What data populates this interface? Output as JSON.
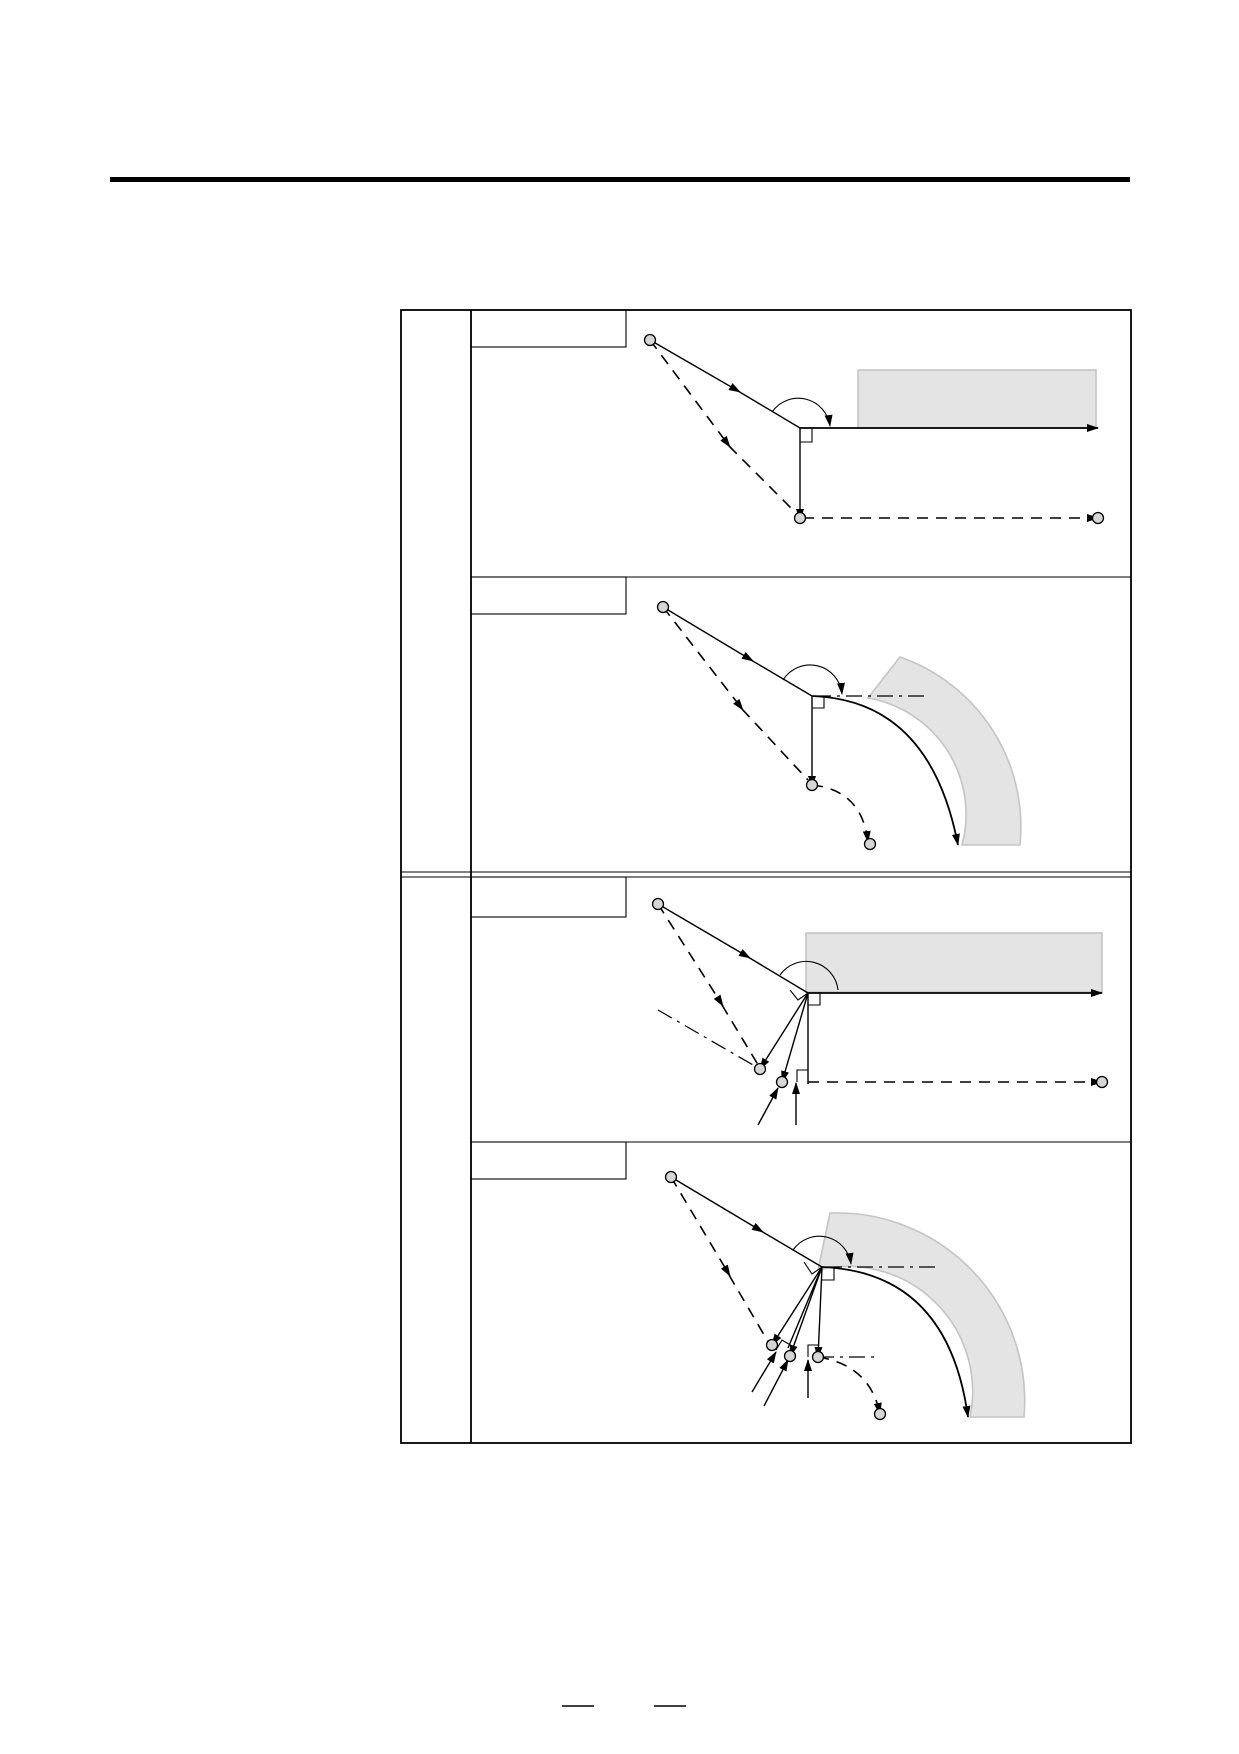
{
  "diagram": {
    "panels": [
      {
        "id": "panel-1",
        "label": ""
      },
      {
        "id": "panel-2",
        "label": ""
      },
      {
        "id": "panel-3",
        "label": ""
      },
      {
        "id": "panel-4",
        "label": ""
      }
    ],
    "row_headers": [
      "",
      ""
    ]
  },
  "footer": {
    "page_left": "",
    "page_right": ""
  },
  "colors": {
    "workpiece": "#e4e4e4",
    "line": "#000000"
  }
}
